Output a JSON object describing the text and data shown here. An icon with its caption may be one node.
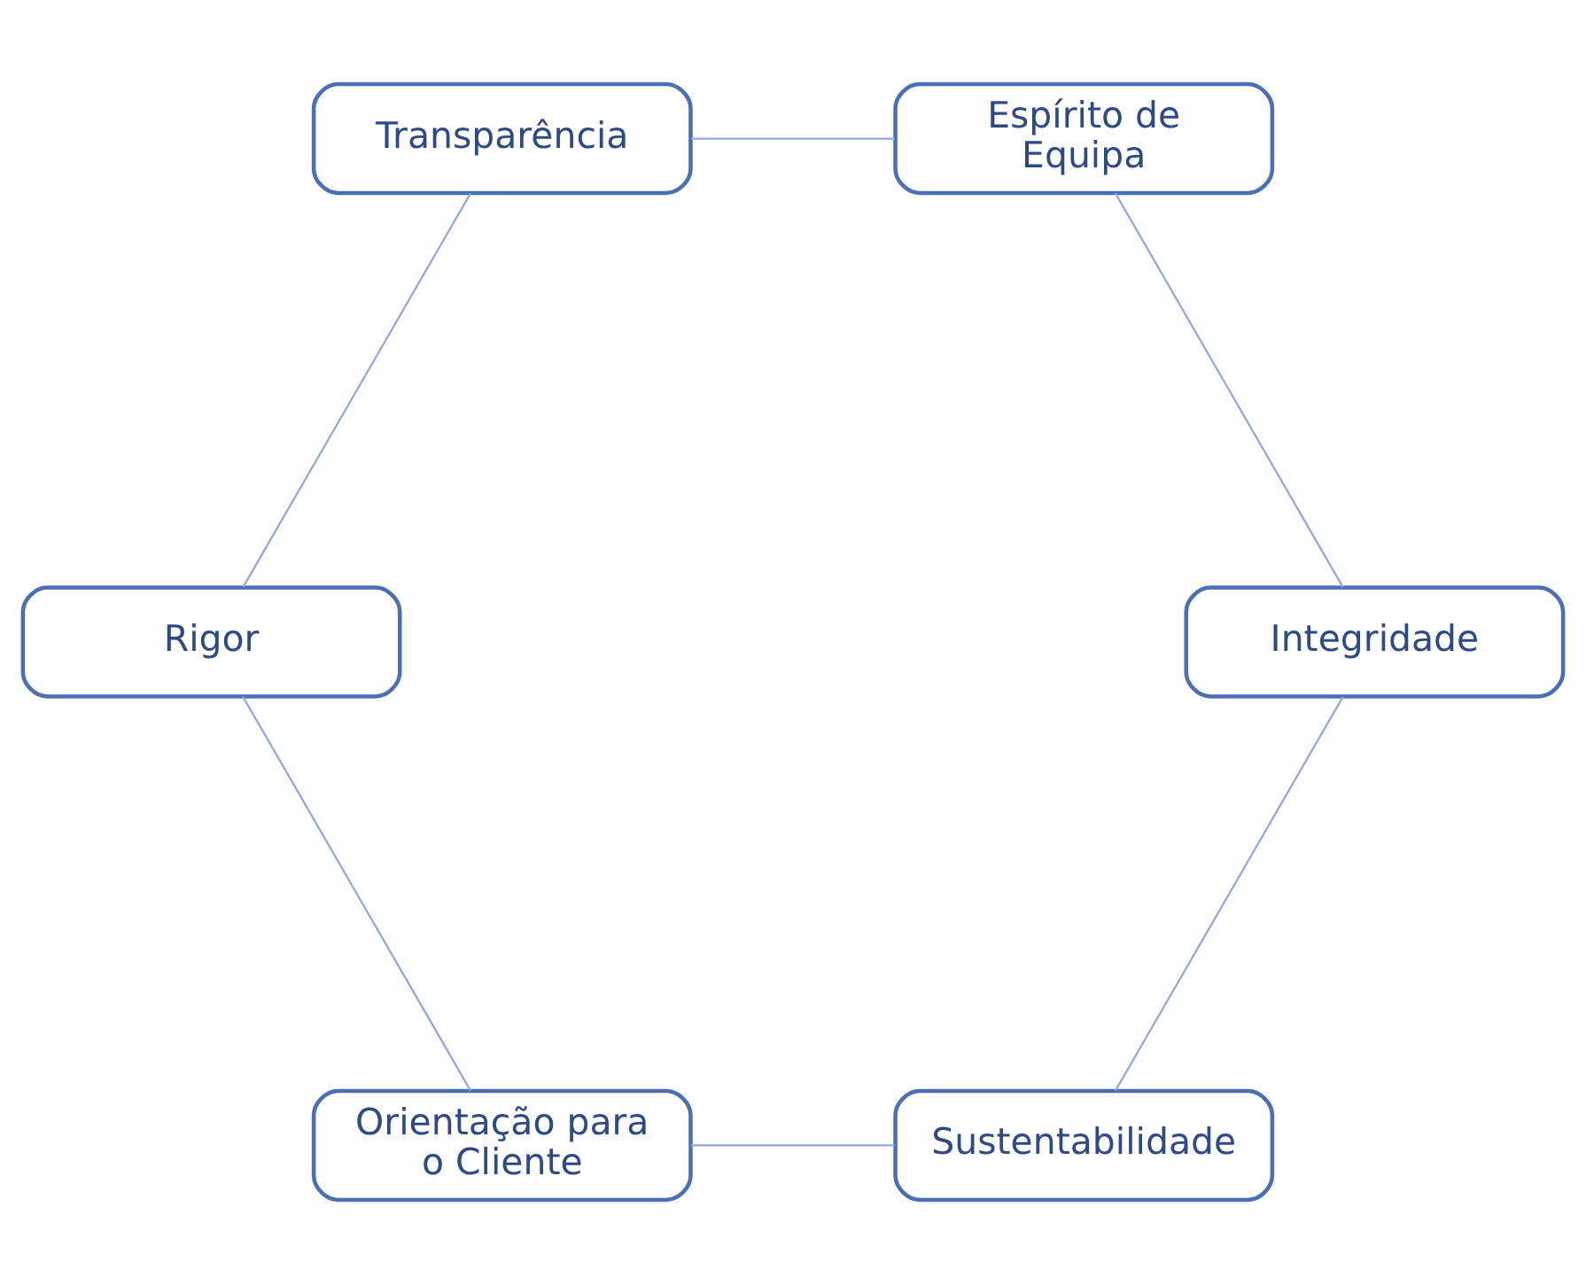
{
  "diagram": {
    "nodes": [
      {
        "text": [
          "Sustentabilidade"
        ]
      },
      {
        "text": [
          "Orientação para o Cliente"
        ]
      },
      {
        "text": [
          "Integridade"
        ]
      },
      {
        "text": [
          "Espírito de Equipa"
        ]
      },
      {
        "text": [
          "Rigor"
        ]
      },
      {
        "text": [
          "Transparência"
        ]
      }
    ],
    "edges": [
      {
        "from": 0,
        "to": 1,
        "arrow": "none"
      },
      {
        "from": 1,
        "to": 4,
        "arrow": "none"
      },
      {
        "from": 4,
        "to": 5,
        "arrow": "none"
      },
      {
        "from": 5,
        "to": 3,
        "arrow": "none"
      },
      {
        "from": 3,
        "to": 2,
        "arrow": "none"
      },
      {
        "from": 2,
        "to": 0,
        "arrow": "none"
      }
    ]
  }
}
